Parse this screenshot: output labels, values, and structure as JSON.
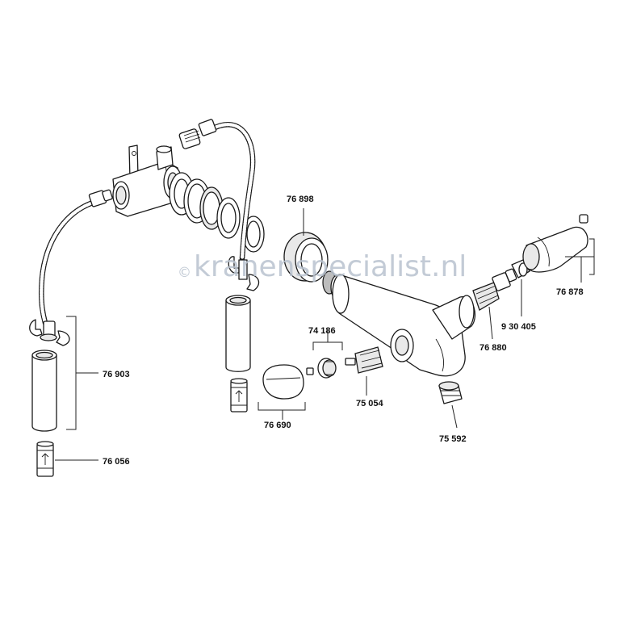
{
  "diagram": {
    "parts": [
      {
        "id": "p76898",
        "label": "76 898"
      },
      {
        "id": "p74186",
        "label": "74 186"
      },
      {
        "id": "p75054",
        "label": "75 054"
      },
      {
        "id": "p76690",
        "label": "76 690"
      },
      {
        "id": "p75592",
        "label": "75 592"
      },
      {
        "id": "p76880",
        "label": "76 880"
      },
      {
        "id": "p930405",
        "label": "9 30 405"
      },
      {
        "id": "p76878",
        "label": "76 878"
      },
      {
        "id": "p76903",
        "label": "76 903"
      },
      {
        "id": "p76056",
        "label": "76 056"
      }
    ],
    "watermark": {
      "symbol": "©",
      "text_a": "kranen",
      "text_b": "specialist",
      "text_c": ".nl"
    }
  }
}
